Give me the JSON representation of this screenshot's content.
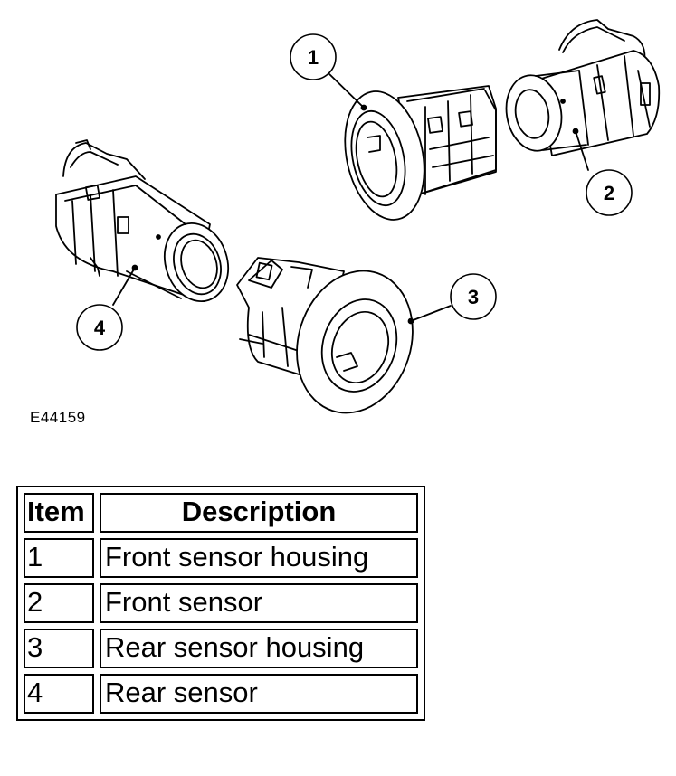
{
  "figure": {
    "code": "E44159",
    "callouts": [
      "1",
      "2",
      "3",
      "4"
    ]
  },
  "table": {
    "headers": [
      "Item",
      "Description"
    ],
    "rows": [
      {
        "item": "1",
        "description": "Front sensor housing"
      },
      {
        "item": "2",
        "description": "Front sensor"
      },
      {
        "item": "3",
        "description": "Rear sensor housing"
      },
      {
        "item": "4",
        "description": "Rear sensor"
      }
    ]
  },
  "colors": {
    "line": "#000000",
    "background": "#ffffff"
  }
}
